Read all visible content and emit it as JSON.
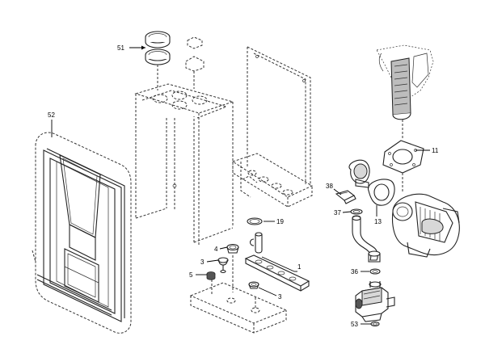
{
  "callouts": [
    {
      "label": "51"
    },
    {
      "label": "52"
    },
    {
      "label": "11"
    },
    {
      "label": "38"
    },
    {
      "label": "37"
    },
    {
      "label": "13"
    },
    {
      "label": "19"
    },
    {
      "label": "4"
    },
    {
      "label": "3"
    },
    {
      "label": "1"
    },
    {
      "label": "5"
    },
    {
      "label": "3"
    },
    {
      "label": "36"
    },
    {
      "label": "53"
    }
  ]
}
